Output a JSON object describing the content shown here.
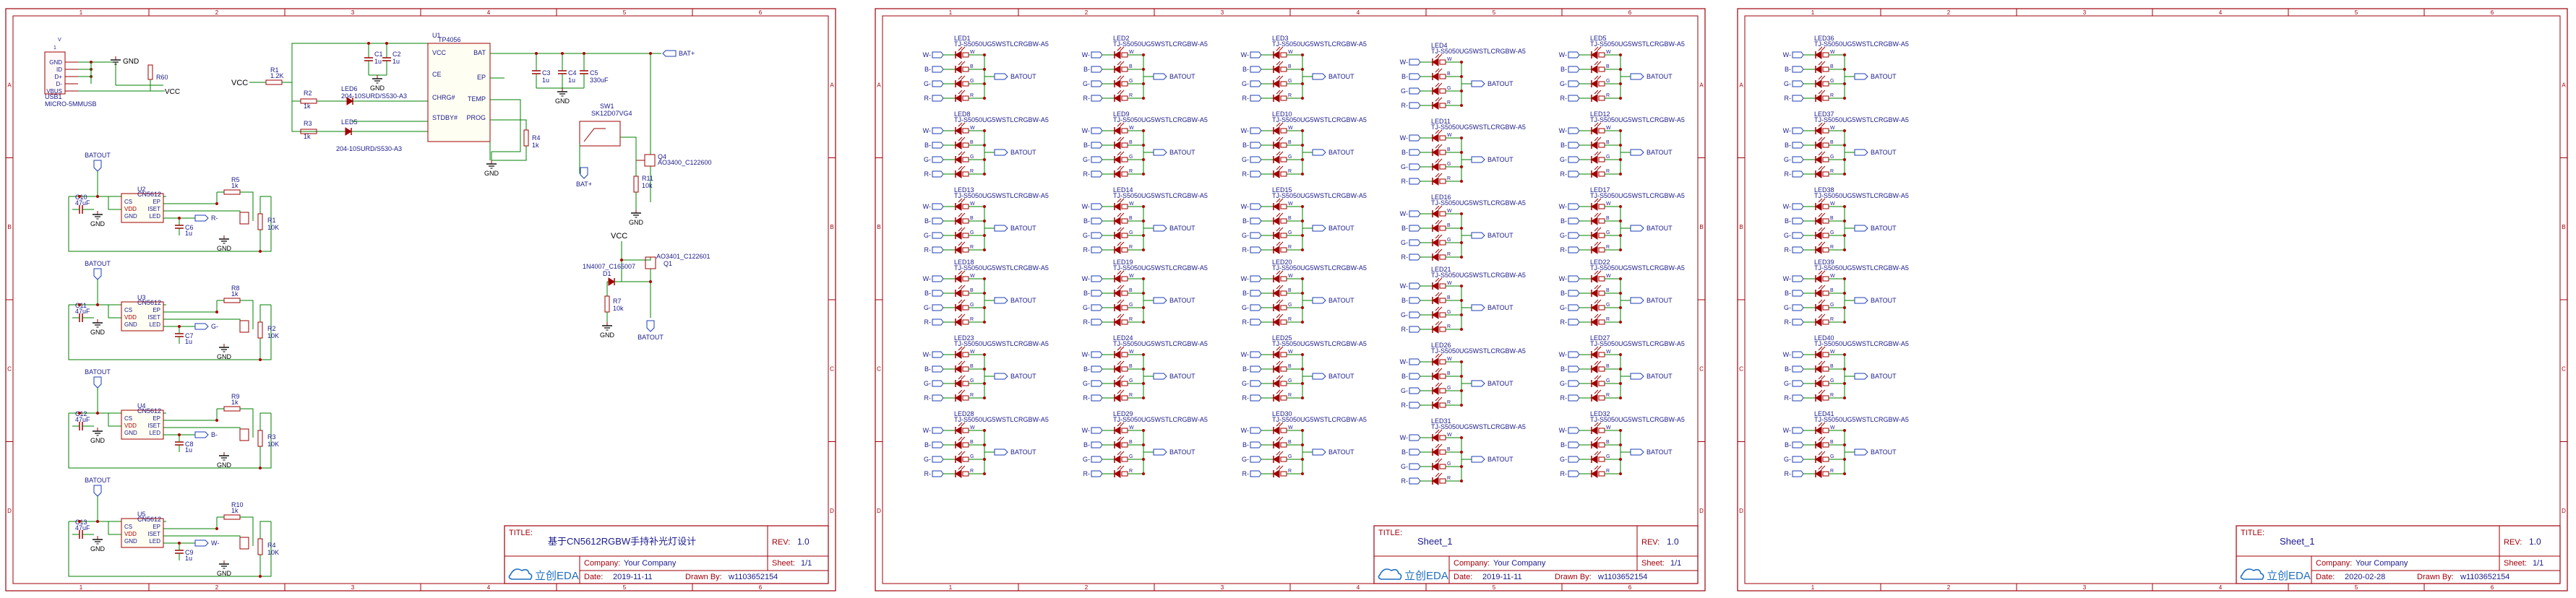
{
  "sheets": [
    {
      "id": "sheet1",
      "title_label": "TITLE:",
      "title": "基于CN5612RGBW手持补光灯设计",
      "rev_label": "REV:",
      "rev": "1.0",
      "company_label": "Company:",
      "company": "Your Company",
      "sheet_label": "Sheet:",
      "sheet": "1/1",
      "date_label": "Date:",
      "date": "2019-11-11",
      "drawn_label": "Drawn By:",
      "drawn": "w1103652154",
      "logo": "立创EDA"
    },
    {
      "id": "sheet2",
      "title_label": "TITLE:",
      "title": "Sheet_1",
      "rev_label": "REV:",
      "rev": "1.0",
      "company_label": "Company:",
      "company": "Your Company",
      "sheet_label": "Sheet:",
      "sheet": "1/1",
      "date_label": "Date:",
      "date": "2019-11-11",
      "drawn_label": "Drawn By:",
      "drawn": "w1103652154",
      "logo": "立创EDA"
    },
    {
      "id": "sheet3",
      "title_label": "TITLE:",
      "title": "Sheet_1",
      "rev_label": "REV:",
      "rev": "1.0",
      "company_label": "Company:",
      "company": "Your Company",
      "sheet_label": "Sheet:",
      "sheet": "1/1",
      "date_label": "Date:",
      "date": "2020-02-28",
      "drawn_label": "Drawn By:",
      "drawn": "w1103652154",
      "logo": "立创EDA"
    }
  ],
  "border": {
    "cols": [
      "1",
      "2",
      "3",
      "4",
      "5",
      "6"
    ],
    "rows": [
      "A",
      "B",
      "C",
      "D"
    ]
  },
  "charger": {
    "usb_ref": "USB1",
    "usb_part": "MICRO-5MMUSB",
    "usb_pins": [
      "GND",
      "ID",
      "D+",
      "D-",
      "VBUS"
    ],
    "gnd": "GND",
    "vcc": "VCC",
    "r_usb": "R60",
    "ic_ref": "U1",
    "ic_part": "TP4056",
    "ic_pins_left": [
      "VCC",
      "CE",
      "CHRG#",
      "STDBY#"
    ],
    "ic_pins_right": [
      "BAT",
      "EP",
      "TEMP",
      "PROG"
    ],
    "r1": "R1",
    "r1_val": "1.2K",
    "r2": "R2",
    "r2_val": "1k",
    "r3": "R3",
    "r3_val": "1k",
    "led6": "LED6",
    "led6_part": "204-10SURD/S530-A3",
    "led5": "LED5",
    "led5_part": "204-10SURD/S530-A3",
    "c1": "C1",
    "c1_val": "1u",
    "c2": "C2",
    "c2_val": "1u",
    "c3": "C3",
    "c3_val": "1u",
    "c4": "C4",
    "c4_val": "1u",
    "c5": "C5",
    "c5_val": "330uF",
    "r4": "R4",
    "r4_val": "1k",
    "bat_plus": "BAT+",
    "sw": "SW1",
    "sw_part": "SK12D07VG4",
    "q_ref": "Q4",
    "q_part": "AO3400_C122600",
    "r11": "R11",
    "r11_val": "10k",
    "q1": "Q1",
    "q1_part": "AO3401_C122601",
    "d1": "D1",
    "d1_part": "1N4007_C165007",
    "r7": "R7",
    "r7_val": "10k",
    "batout": "BATOUT"
  },
  "drivers": [
    {
      "cap": "C10",
      "cap_val": "47uF",
      "ic": "U2",
      "ic_part": "CN5612",
      "r_top": "R5",
      "r_top_val": "1k",
      "c_out": "C6",
      "c_out_val": "1u",
      "r_side": "R1",
      "r_side_val": "10K",
      "out": "R-"
    },
    {
      "cap": "C11",
      "cap_val": "47uF",
      "ic": "U3",
      "ic_part": "CN5612",
      "r_top": "R8",
      "r_top_val": "1k",
      "c_out": "C7",
      "c_out_val": "1u",
      "r_side": "R2",
      "r_side_val": "10K",
      "out": "G-"
    },
    {
      "cap": "C12",
      "cap_val": "47uF",
      "ic": "U4",
      "ic_part": "CN5612",
      "r_top": "R9",
      "r_top_val": "1k",
      "c_out": "C8",
      "c_out_val": "1u",
      "r_side": "R3",
      "r_side_val": "10K",
      "out": "B-"
    },
    {
      "cap": "C13",
      "cap_val": "47uF",
      "ic": "U5",
      "ic_part": "CN5612",
      "r_top": "R10",
      "r_top_val": "1k",
      "c_out": "C9",
      "c_out_val": "1u",
      "r_side": "R4",
      "r_side_val": "10K",
      "out": "W-"
    }
  ],
  "driver_ic_pins": [
    "CS",
    "VDD",
    "GND",
    "ISET",
    "LED",
    "EP"
  ],
  "led_part": "TJ-S5050UG5WSTLCRGBW-A5",
  "led_pins": [
    "W-",
    "B-",
    "G-",
    "R-"
  ],
  "sheet2_leds": [
    [
      "LED1",
      "LED2",
      "LED3",
      "LED4",
      "LED5"
    ],
    [
      "LED8",
      "LED9",
      "LED10",
      "LED11",
      "LED12"
    ],
    [
      "LED13",
      "LED14",
      "LED15",
      "LED16",
      "LED17"
    ],
    [
      "LED18",
      "LED19",
      "LED20",
      "LED21",
      "LED22"
    ],
    [
      "LED23",
      "LED24",
      "LED25",
      "LED26",
      "LED27"
    ],
    [
      "LED28",
      "LED29",
      "LED30",
      "LED31",
      "LED32"
    ]
  ],
  "sheet3_leds": [
    "LED36",
    "LED37",
    "LED38",
    "LED39",
    "LED40",
    "LED41"
  ],
  "colors": {
    "frame": "#a0000a",
    "wire": "#008000",
    "part": "#a00000",
    "text": "#1a1a8c",
    "pin": "#7a0000",
    "dot": "#b00000"
  }
}
